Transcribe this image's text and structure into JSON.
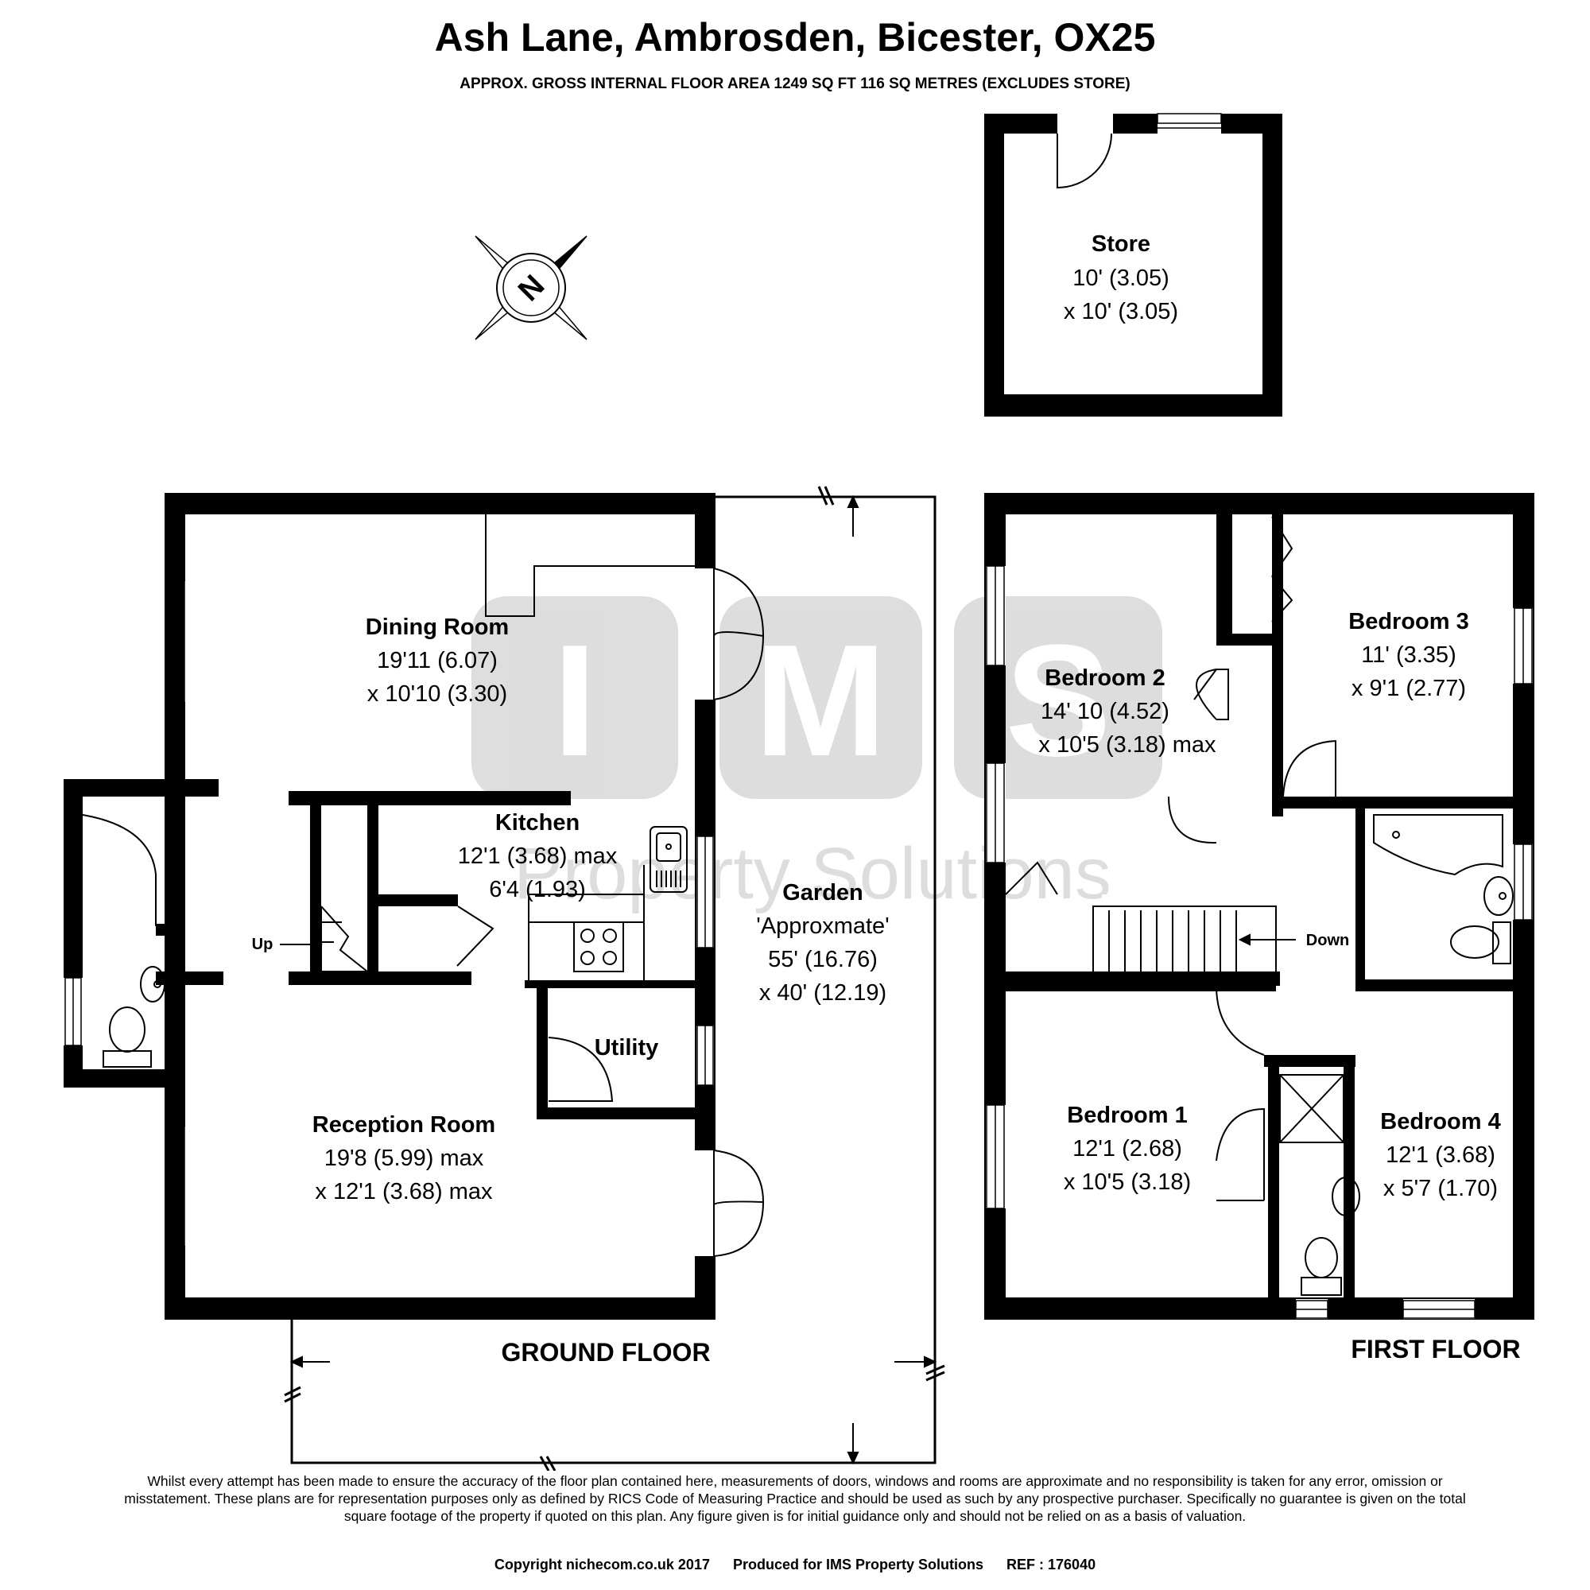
{
  "header": {
    "title": "Ash Lane, Ambrosden, Bicester, OX25",
    "subtitle": "APPROX. GROSS INTERNAL FLOOR AREA 1249 SQ FT 116 SQ METRES (EXCLUDES STORE)"
  },
  "watermark": {
    "letters": [
      "I",
      "M",
      "S"
    ],
    "text": "Property Solutions"
  },
  "compass": {
    "letter": "N"
  },
  "rooms": {
    "store": {
      "name": "Store",
      "dim1": "10' (3.05)",
      "dim2": "x 10' (3.05)"
    },
    "dining": {
      "name": "Dining Room",
      "dim1": "19'11 (6.07)",
      "dim2": "x 10'10 (3.30)"
    },
    "kitchen": {
      "name": "Kitchen",
      "dim1": "12'1 (3.68) max",
      "dim2": "6'4 (1.93)"
    },
    "utility": {
      "name": "Utility"
    },
    "reception": {
      "name": "Reception Room",
      "dim1": "19'8 (5.99) max",
      "dim2": "x 12'1 (3.68) max"
    },
    "garden": {
      "name": "Garden",
      "dim0": "'Approxmate'",
      "dim1": "55' (16.76)",
      "dim2": "x 40' (12.19)"
    },
    "bedroom1": {
      "name": "Bedroom 1",
      "dim1": "12'1 (2.68)",
      "dim2": "x 10'5 (3.18)"
    },
    "bedroom2": {
      "name": "Bedroom 2",
      "dim1": "14' 10 (4.52)",
      "dim2": "x 10'5 (3.18) max"
    },
    "bedroom3": {
      "name": "Bedroom 3",
      "dim1": "11' (3.35)",
      "dim2": "x 9'1 (2.77)"
    },
    "bedroom4": {
      "name": "Bedroom 4",
      "dim1": "12'1 (3.68)",
      "dim2": "x 5'7 (1.70)"
    }
  },
  "stairs": {
    "up": "Up",
    "down": "Down"
  },
  "floors": {
    "ground": "GROUND FLOOR",
    "first": "FIRST FLOOR"
  },
  "disclaimer": "Whilst every attempt has been made to ensure the accuracy of the floor plan contained here, measurements of doors, windows and rooms are approximate and no responsibility is taken for any error, omission or misstatement. These plans are for representation purposes only as defined by RICS Code of Measuring Practice and should be used as such by any prospective purchaser. Specifically no guarantee is given on the total square footage of the property if quoted on this plan. Any figure given is for initial guidance only and should not be relied on as a basis of valuation.",
  "footer": {
    "copyright": "Copyright nichecom.co.uk 2017",
    "produced": "Produced for IMS Property Solutions",
    "ref": "REF : 176040"
  }
}
